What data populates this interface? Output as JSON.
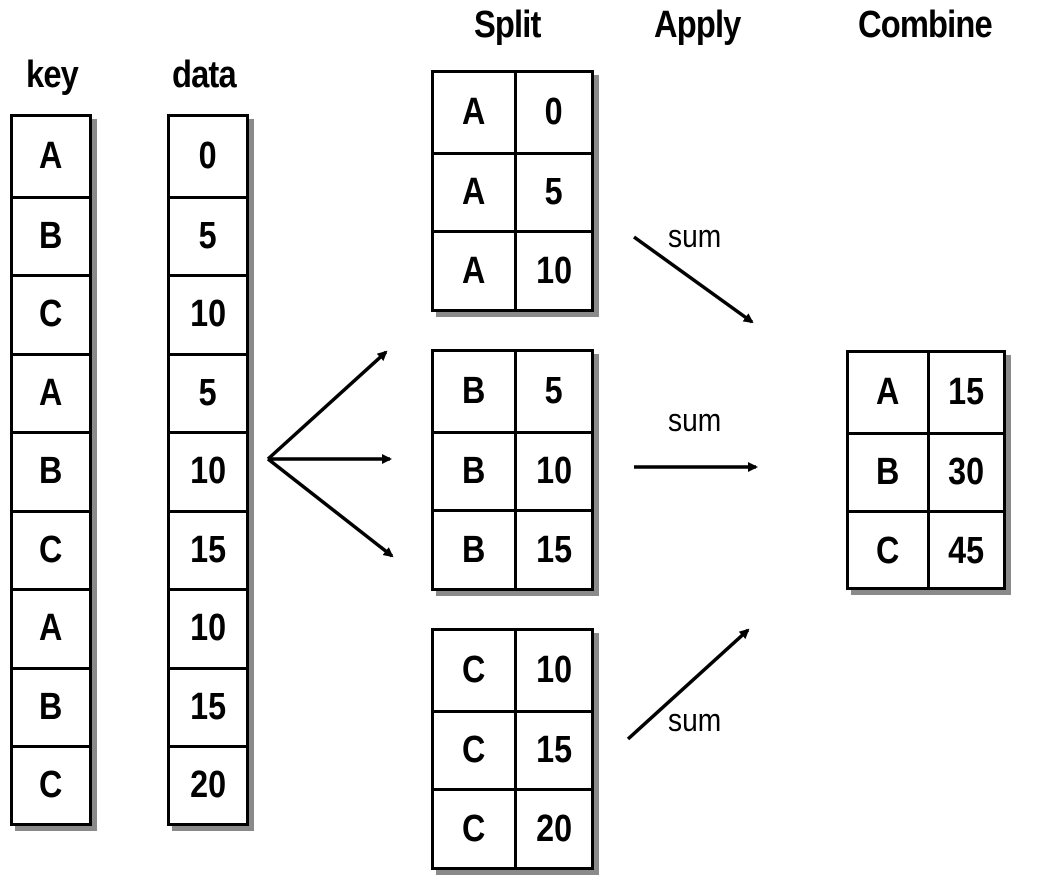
{
  "headers": {
    "key": "key",
    "data": "data",
    "split": "Split",
    "apply": "Apply",
    "combine": "Combine"
  },
  "key_column": [
    "A",
    "B",
    "C",
    "A",
    "B",
    "C",
    "A",
    "B",
    "C"
  ],
  "data_column": [
    "0",
    "5",
    "10",
    "5",
    "10",
    "15",
    "10",
    "15",
    "20"
  ],
  "groups": [
    {
      "rows": [
        [
          "A",
          "0"
        ],
        [
          "A",
          "5"
        ],
        [
          "A",
          "10"
        ]
      ]
    },
    {
      "rows": [
        [
          "B",
          "5"
        ],
        [
          "B",
          "10"
        ],
        [
          "B",
          "15"
        ]
      ]
    },
    {
      "rows": [
        [
          "C",
          "10"
        ],
        [
          "C",
          "15"
        ],
        [
          "C",
          "20"
        ]
      ]
    }
  ],
  "apply_labels": [
    "sum",
    "sum",
    "sum"
  ],
  "combined": [
    [
      "A",
      "15"
    ],
    [
      "B",
      "30"
    ],
    [
      "C",
      "45"
    ]
  ]
}
